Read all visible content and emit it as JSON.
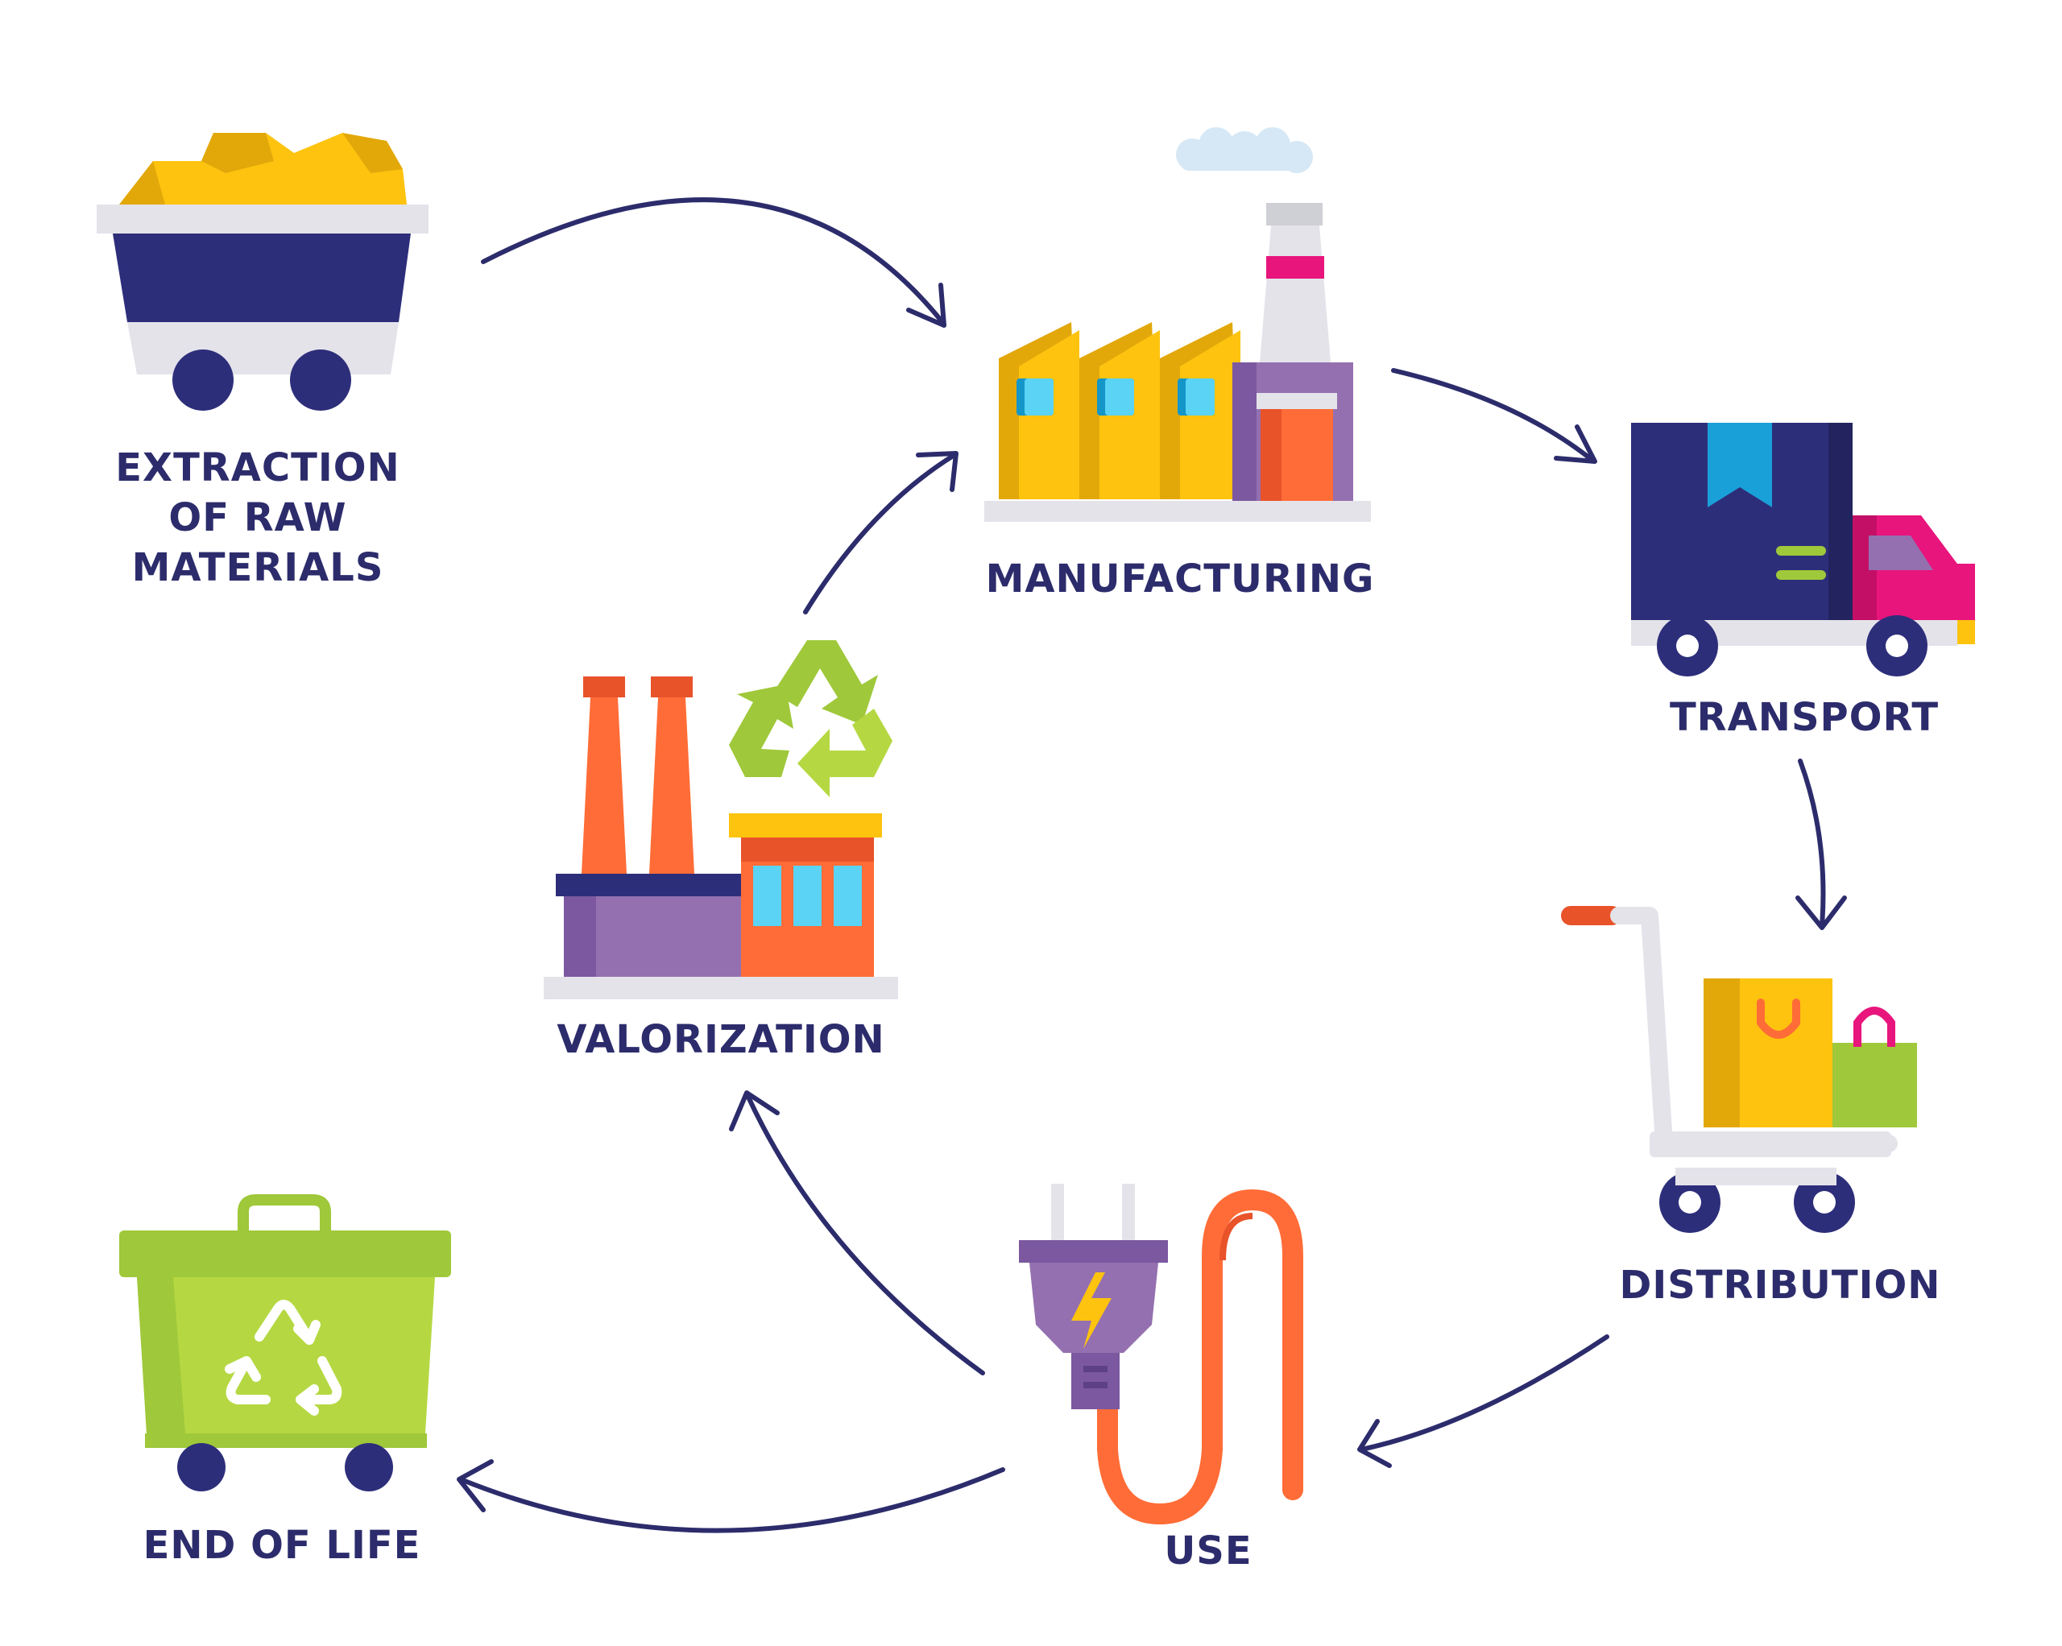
{
  "stages": {
    "extraction": {
      "lines": [
        "EXTRACTION",
        "OF RAW",
        "MATERIALS"
      ]
    },
    "manufacturing": {
      "label": "MANUFACTURING"
    },
    "transport": {
      "label": "TRANSPORT"
    },
    "distribution": {
      "label": "DISTRIBUTION"
    },
    "use": {
      "label": "USE"
    },
    "valorization": {
      "label": "VALORIZATION"
    },
    "end_of_life": {
      "label": "END OF LIFE"
    }
  },
  "colors": {
    "label_text": "#2c2c6c",
    "arrow": "#2c2c6c",
    "navy": "#2d2e7a",
    "yellow": "#fdc30f",
    "dark_yellow": "#e2a80a",
    "purple": "#9470b0",
    "orange": "#ff6c37",
    "red_orange": "#e8532a",
    "green": "#9fc83a",
    "light_green": "#b5d842",
    "light_blue": "#5ad3f4",
    "magenta": "#e8157c",
    "grey": "#e4e3ea",
    "white": "#ffffff"
  }
}
